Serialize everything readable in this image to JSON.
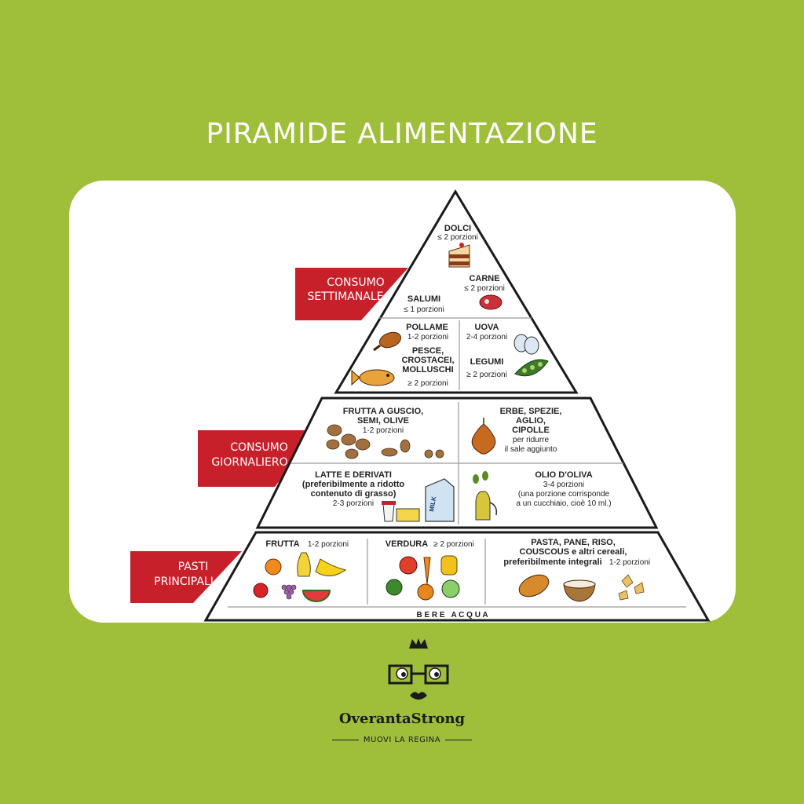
{
  "header": {
    "title": "PIRAMIDE ALIMENTAZIONE"
  },
  "colors": {
    "background": "#9fbf3b",
    "tab_red": "#c8202a",
    "card": "#ffffff"
  },
  "tabs": {
    "weekly": {
      "line1": "CONSUMO",
      "line2": "SETTIMANALE"
    },
    "daily": {
      "line1": "CONSUMO",
      "line2": "GIORNALIERO"
    },
    "meals": {
      "line1": "PASTI",
      "line2": "PRINCIPALI"
    }
  },
  "pyramid": {
    "top": {
      "dolci": {
        "name": "DOLCI",
        "portion": "≤ 2 porzioni",
        "icon": "cake-icon"
      },
      "carne": {
        "name": "CARNE",
        "portion": "≤ 2 porzioni",
        "icon": "meat-icon"
      },
      "salumi": {
        "name": "SALUMI",
        "portion": "≤ 1 porzioni"
      }
    },
    "weekly": {
      "pollame": {
        "name": "POLLAME",
        "portion": "1-2 porzioni",
        "icon": "chicken-leg-icon"
      },
      "uova": {
        "name": "UOVA",
        "portion": "2-4 porzioni",
        "icon": "eggs-icon"
      },
      "pesce": {
        "line1": "PESCE,",
        "line2": "CROSTACEI,",
        "line3": "MOLLUSCHI",
        "portion": "≥ 2 porzioni",
        "icon": "fish-icon"
      },
      "legumi": {
        "name": "LEGUMI",
        "portion": "≥ 2 porzioni",
        "icon": "peas-icon"
      }
    },
    "daily": {
      "frutta_guscio": {
        "line1": "FRUTTA A GUSCIO,",
        "line2": "SEMI, OLIVE",
        "portion": "1-2 porzioni",
        "icon": "nuts-icon"
      },
      "erbe": {
        "line1": "ERBE, SPEZIE,",
        "line2": "AGLIO,",
        "line3": "CIPOLLE",
        "note1": "per ridurre",
        "note2": "il sale aggiunto",
        "icon": "onion-icon"
      },
      "latte": {
        "line1": "LATTE E DERIVATI",
        "line2": "(preferibilmente a ridotto",
        "line3": "contenuto di grasso)",
        "portion": "2-3 porzioni",
        "icon": "milk-carton-icon",
        "carton_text": "MILK"
      },
      "olio": {
        "name": "OLIO D'OLIVA",
        "portion": "3-4 porzioni",
        "note1": "(una porzione corrisponde",
        "note2": "a un cucchiaio, cioè 10 ml.)",
        "icon": "olive-oil-icon"
      }
    },
    "base": {
      "frutta": {
        "name": "FRUTTA",
        "portion": "1-2 porzioni",
        "icon": "fruit-icon"
      },
      "verdura": {
        "name": "VERDURA",
        "portion": "≥ 2 porzioni",
        "icon": "vegetables-icon"
      },
      "pasta": {
        "line1": "PASTA, PANE, RISO,",
        "line2": "COUSCOUS e altri cereali,",
        "line3": "preferibilmente integrali",
        "portion": "1-2 porzioni",
        "icon": "bread-pasta-icon"
      },
      "water": "B E R E   A C Q U A"
    }
  },
  "brand": {
    "name": "OverantaStrong",
    "tagline": "MUOVI LA REGINA",
    "logo_icon": "crown-glasses-face-icon"
  }
}
